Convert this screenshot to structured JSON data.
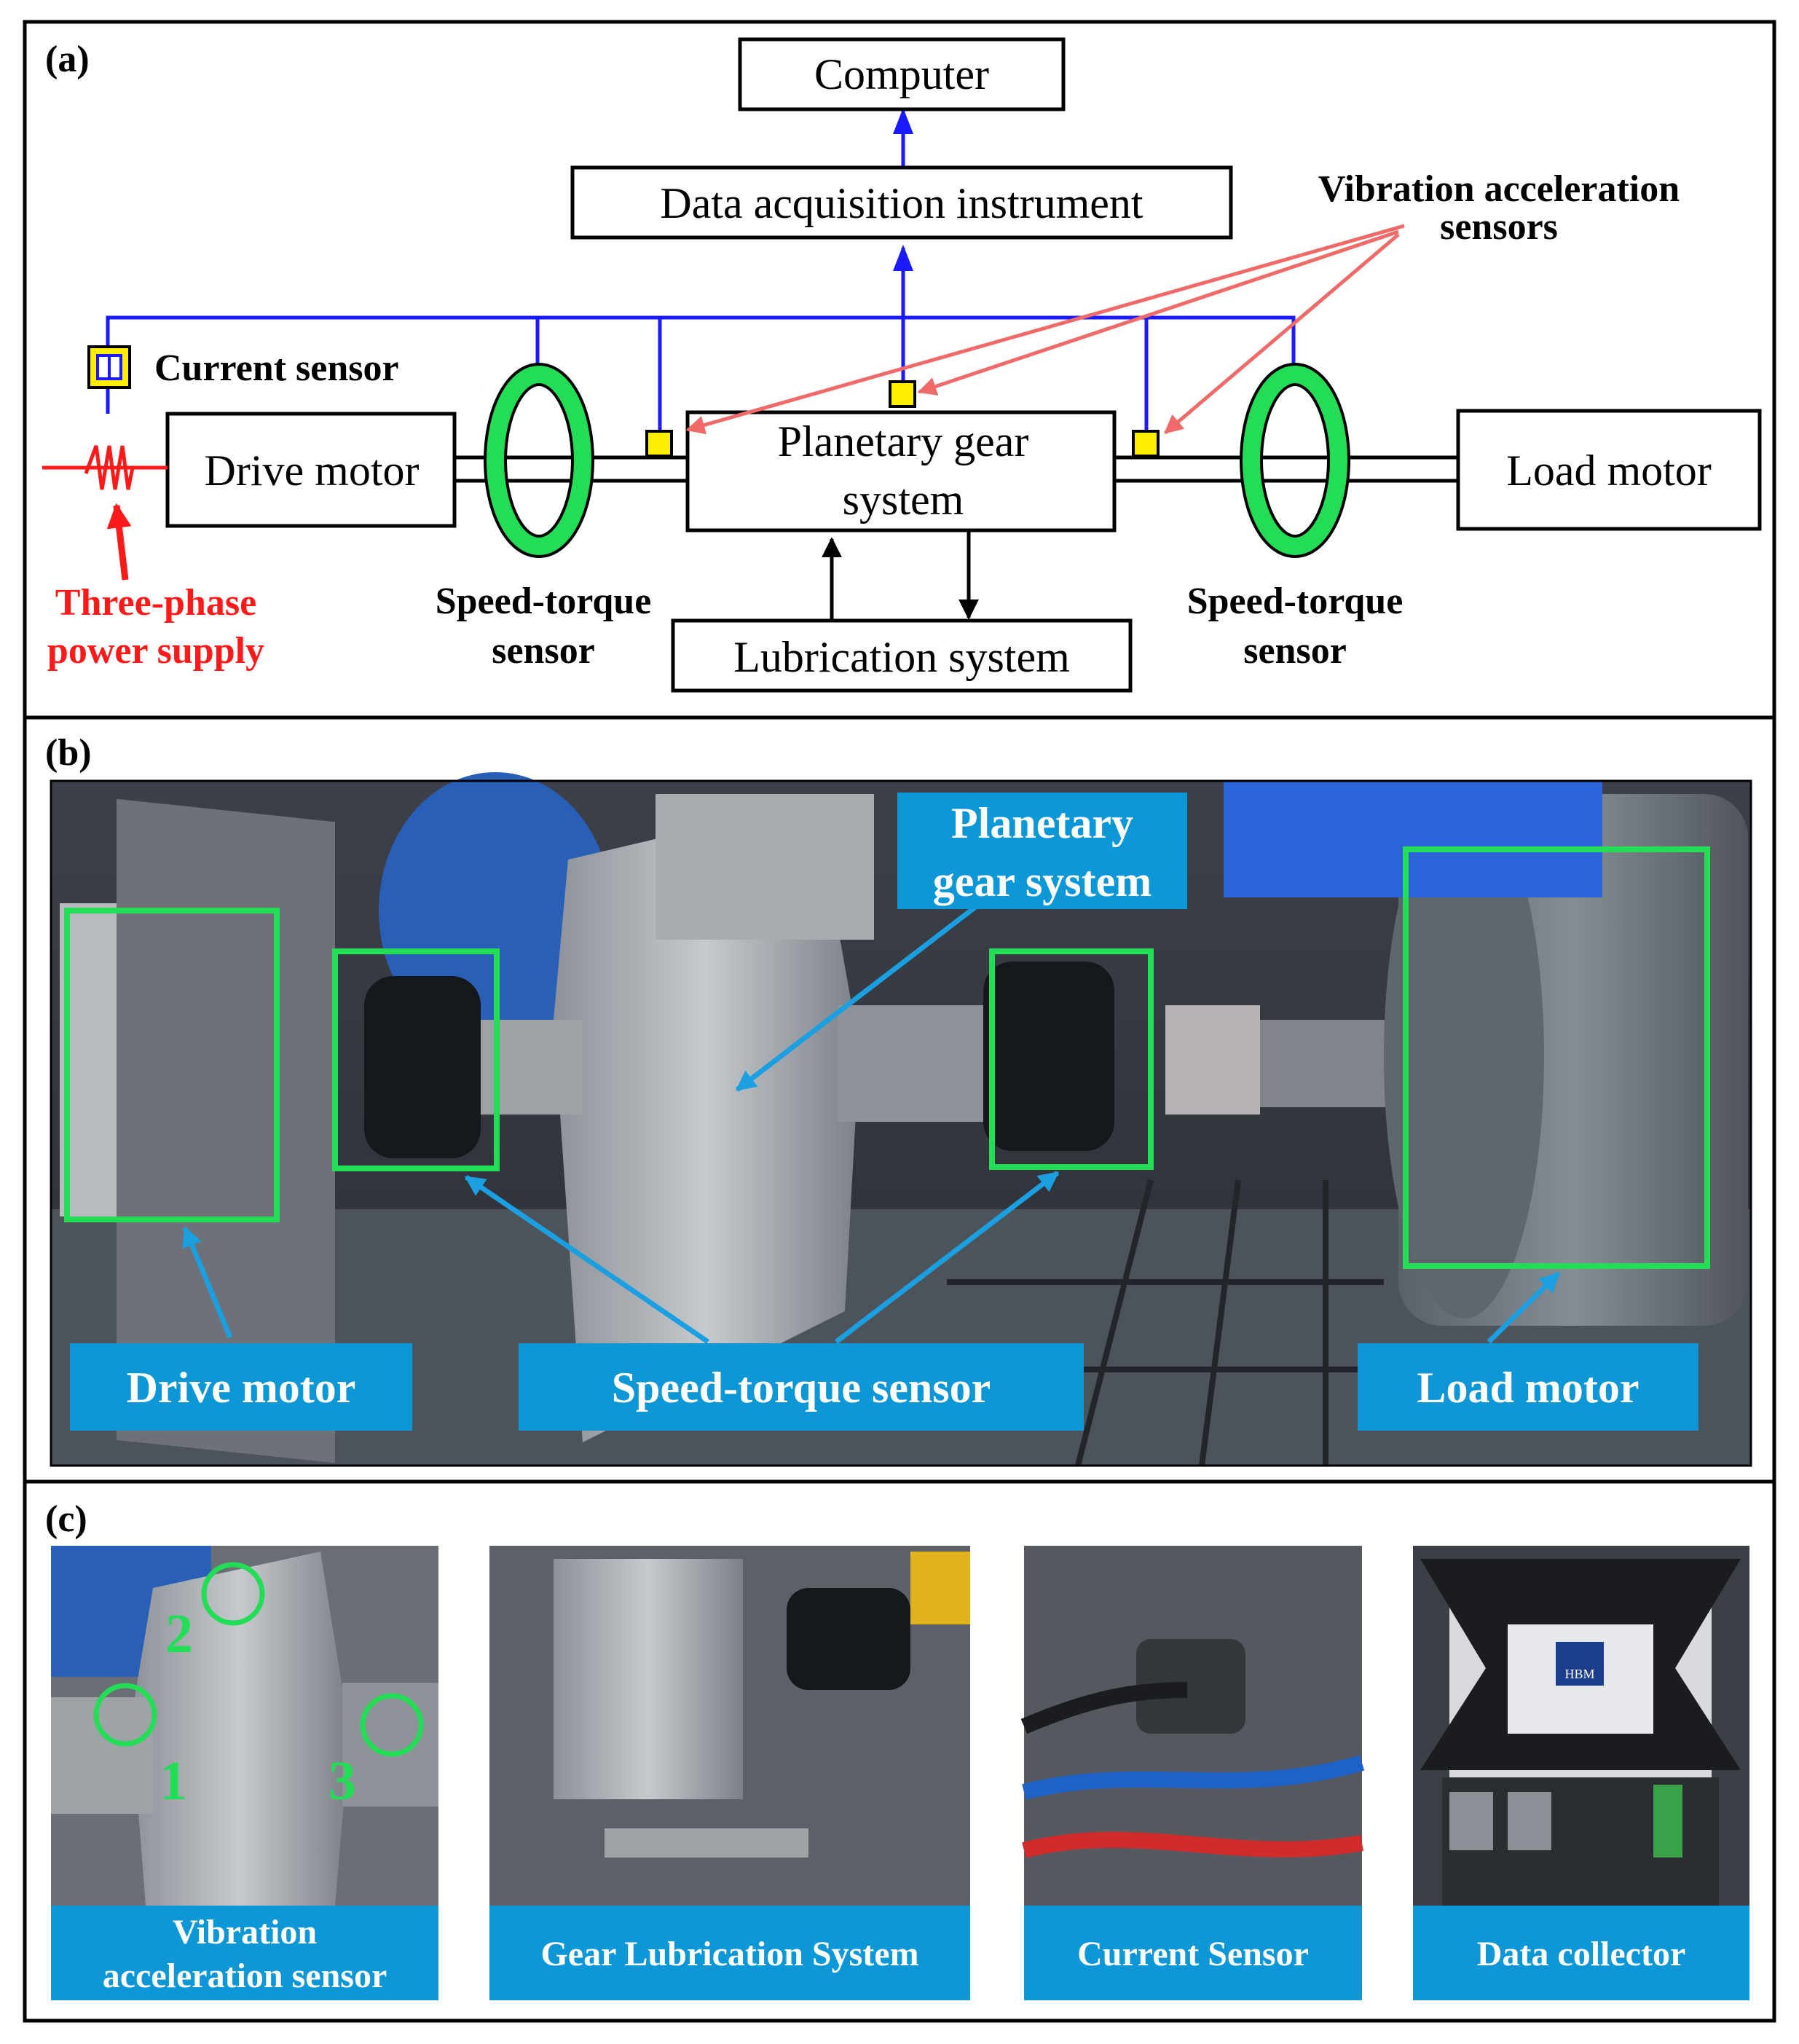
{
  "panels": {
    "a": "(a)",
    "b": "(b)",
    "c": "(c)"
  },
  "diagram": {
    "computer": "Computer",
    "daq": "Data acquisition instrument",
    "vibration_sensors": [
      "Vibration acceleration",
      "sensors"
    ],
    "current_sensor": "Current sensor",
    "drive_motor": "Drive motor",
    "planetary": [
      "Planetary gear",
      "system"
    ],
    "load_motor": "Load motor",
    "lubrication": "Lubrication system",
    "power_supply": [
      "Three-phase",
      "power supply"
    ],
    "speed_torque_left": [
      "Speed-torque",
      "sensor"
    ],
    "speed_torque_right": [
      "Speed-torque",
      "sensor"
    ]
  },
  "photo_b": {
    "planetary": [
      "Planetary",
      "gear system"
    ],
    "drive_motor": "Drive motor",
    "speed_torque": "Speed-torque sensor",
    "load_motor": "Load motor"
  },
  "photo_c": {
    "vibration": [
      "Vibration",
      "acceleration sensor"
    ],
    "lubrication": "Gear Lubrication System",
    "current": "Current Sensor",
    "collector": "Data collector",
    "markers": [
      "1",
      "2",
      "3"
    ],
    "logo": "HBM"
  },
  "colors": {
    "signal_blue": "#1a1aff",
    "power_red": "#ff1a1a",
    "pointer_red": "#f06a6a",
    "sensor_green": "#22dd55",
    "sensor_yellow": "#ffee00",
    "label_blue": "#0e97d6",
    "callout_blue": "#1b9fe0"
  }
}
